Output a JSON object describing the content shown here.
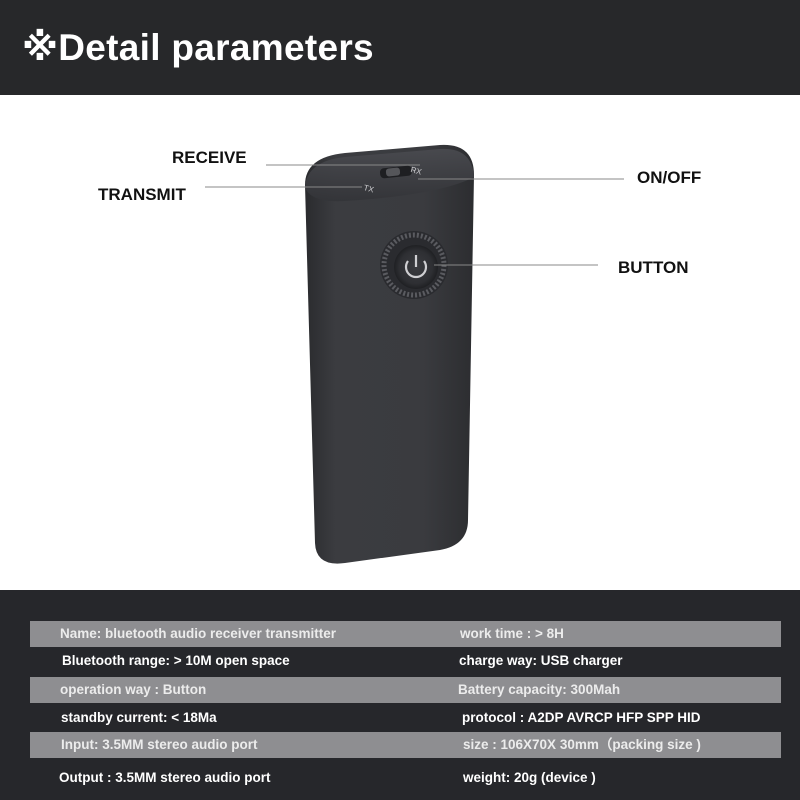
{
  "header": {
    "title": "※Detail parameters"
  },
  "callouts": {
    "receive": "RECEIVE",
    "transmit": "TRANSMIT",
    "on_off": "ON/OFF",
    "button": "BUTTON"
  },
  "device": {
    "switch_tx": "TX",
    "switch_rx": "RX"
  },
  "specs": [
    {
      "left": "Name:  bluetooth audio receiver transmitter",
      "right": "work time :  > 8H"
    },
    {
      "left": "Bluetooth range:  > 10M open space",
      "right": "charge way: USB charger"
    },
    {
      "left": "operation way :  Button",
      "right": "Battery capacity: 300Mah"
    },
    {
      "left": "standby current: < 18Ma",
      "right": "protocol : A2DP AVRCP HFP SPP HID"
    },
    {
      "left": "Input: 3.5MM stereo audio port",
      "right": "size : 106X70X 30mm（packing size )"
    },
    {
      "left": "Output : 3.5MM stereo audio port",
      "right": "weight: 20g (device )"
    }
  ],
  "colors": {
    "header_bg": "#27282a",
    "spec_bg": "#26272b",
    "band_bg": "#8e8e91",
    "device_body": "#3a3b3e"
  }
}
